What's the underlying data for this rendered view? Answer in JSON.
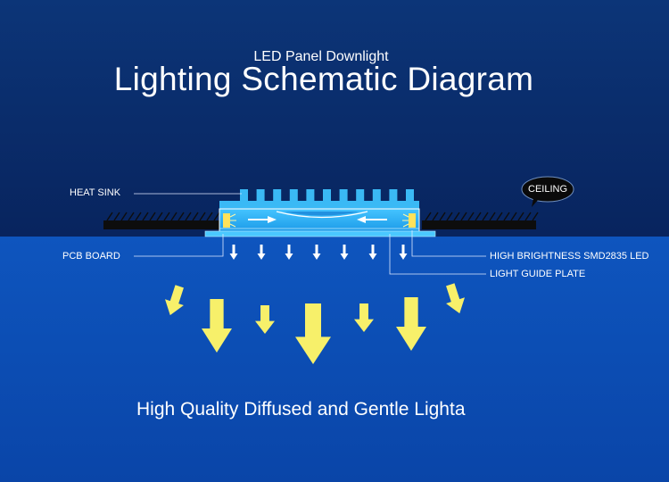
{
  "header": {
    "subtitle": "LED Panel Downlight",
    "title": "Lighting Schematic Diagram"
  },
  "labels": {
    "heat_sink": "HEAT SINK",
    "pcb_board": "PCB BOARD",
    "led": "HIGH BRIGHTNESS SMD2835 LED",
    "light_guide": "LIGHT GUIDE PLATE",
    "ceiling": "CEILING"
  },
  "tagline": "High Quality Diffused and Gentle Lighta",
  "colors": {
    "upper_background": "#0a2a6a",
    "lower_background": "#0d4fb8",
    "panel_blue": "#27aef2",
    "light_arrow": "#f7f06a",
    "ceiling_bar": "#0d0d0d"
  }
}
